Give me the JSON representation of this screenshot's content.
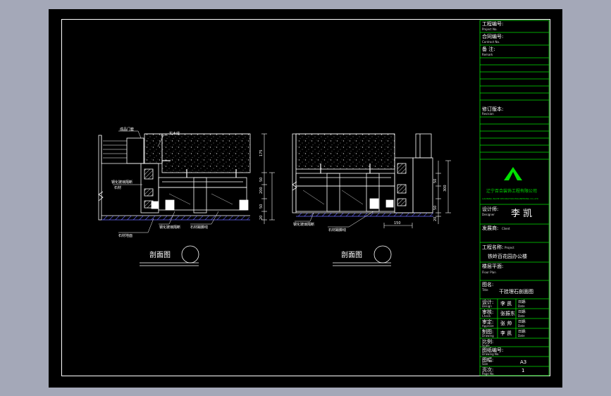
{
  "colors": {
    "background": "#a4a8b8",
    "sheet": "#000000",
    "line": "#ffffff",
    "accent": "#00e000"
  },
  "icons": {
    "company_logo": "mountain-logo-icon"
  },
  "section_left": {
    "title": "剖面图",
    "labels": [
      "成品门套",
      "实木线",
      "钢化玻璃隔断",
      "石材",
      "石材地面",
      "钢化玻璃隔断",
      "石材踢脚线"
    ]
  },
  "section_right": {
    "title": "剖面图",
    "labels": [
      "钢化玻璃隔断",
      "石材踢脚线"
    ],
    "dimensions": {
      "d150": "150",
      "d50a": "50",
      "d300": "300",
      "d50b": "50",
      "d20": "20"
    }
  },
  "dims_left": {
    "d50a": "50",
    "d200": "200",
    "d50b": "50",
    "d20": "20",
    "d175": "175"
  },
  "title_block": {
    "project_no_label": "工程编号:",
    "project_no_sub": "Project No.",
    "contract_no_label": "合同编号:",
    "contract_no_sub": "Contract No.",
    "remark_label": "备 注:",
    "remark_sub": "Remark",
    "revision_label": "修订版本:",
    "revision_sub": "Revision",
    "company_name": "辽宁百合装饰工程有限公司",
    "company_sub": "LIAONING BAIHE DECORATION ENGINEERING CO.,LTD",
    "designer_label": "设计师:",
    "designer_sub": "Designer",
    "designer_name": "李 凯",
    "client_label": "发展商:",
    "client_sub": "Client",
    "project_name_label": "工程名称:",
    "project_name_sub": "Project",
    "project_name": "铁岭百花园办公楼",
    "drawing_label": "楼层平面:",
    "drawing_sub": "Floor Plan",
    "title_label": "图名:",
    "title_sub": "Title",
    "drawing_title": "干挂理石剖面图",
    "rows": [
      {
        "role": "设计:",
        "role_sub": "Design",
        "name": "李 凯",
        "date_label": "日期:",
        "date_sub": "Date"
      },
      {
        "role": "审核:",
        "role_sub": "Check",
        "name": "张振东",
        "date_label": "日期:",
        "date_sub": "Date"
      },
      {
        "role": "审定:",
        "role_sub": "Approve",
        "name": "张 帅",
        "date_label": "日期:",
        "date_sub": "Date"
      },
      {
        "role": "制图:",
        "role_sub": "Drawing",
        "name": "李 凯",
        "date_label": "日期:",
        "date_sub": "Date"
      }
    ],
    "scale_label": "比例:",
    "scale_sub": "Scale",
    "sheet_no_label": "图纸编号:",
    "sheet_no_sub": "Drawing No.",
    "size_label": "图幅:",
    "size_sub": "Size",
    "size_value": "A3",
    "page_label": "页次:",
    "page_sub": "Page No.",
    "page_value": "1"
  }
}
